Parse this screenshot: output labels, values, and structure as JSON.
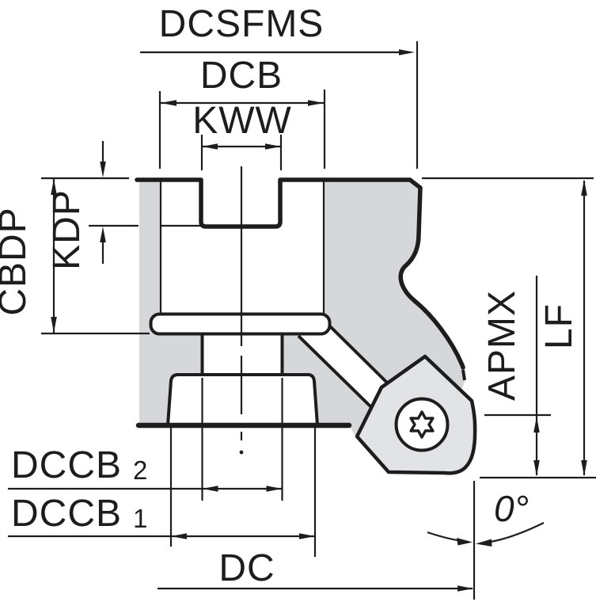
{
  "diagram": {
    "type": "technical-drawing",
    "description": "Cross-section dimensional diagram of a face milling cutter body with indexable insert and clamp screw",
    "labels": {
      "dcsfms": "DCSFMS",
      "dcb": "DCB",
      "kww": "KWW",
      "cbdp": "CBDP",
      "kdp": "KDP",
      "apmx": "APMX",
      "lf": "LF",
      "dccb2": {
        "main": "DCCB",
        "sub": "2"
      },
      "dccb1": {
        "main": "DCCB",
        "sub": "1"
      },
      "dc": "DC",
      "corner_angle": "0°"
    },
    "colors": {
      "line": "#1d1d1f",
      "body_fill": "#d6d7d8",
      "insert_fill": "#e2e3e4",
      "background": "#ffffff"
    }
  }
}
